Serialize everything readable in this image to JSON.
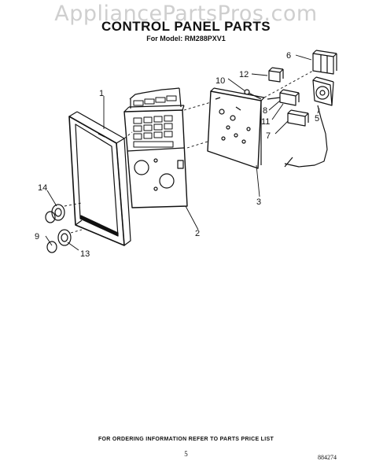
{
  "watermark": "AppliancePartsPros.com",
  "title": "CONTROL PANEL PARTS",
  "model_line": "For Model: RM288PXV1",
  "callouts": [
    "1",
    "2",
    "3",
    "5",
    "6",
    "7",
    "8",
    "9",
    "10",
    "11",
    "12",
    "13",
    "14"
  ],
  "footer": "FOR ORDERING INFORMATION REFER TO PARTS PRICE LIST",
  "page_number": "5",
  "figure_code": "884274"
}
